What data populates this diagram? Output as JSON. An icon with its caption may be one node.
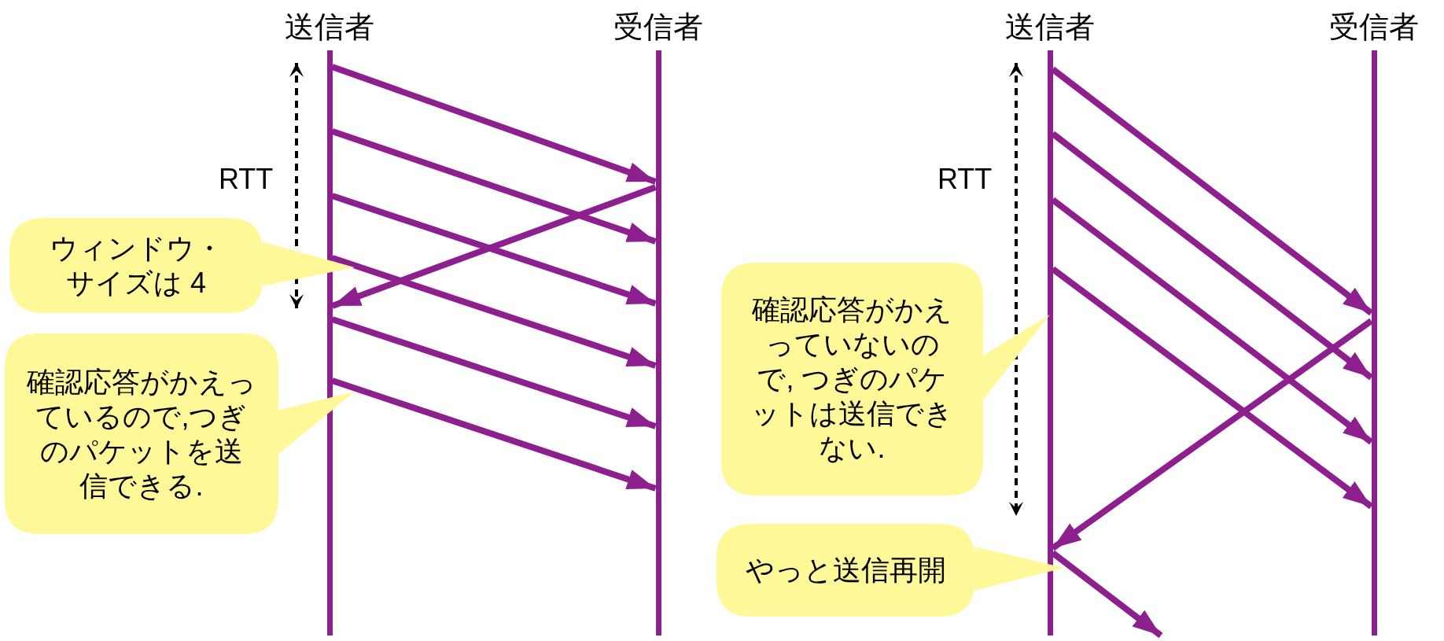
{
  "diagram": {
    "nodes": [
      {
        "text": [],
        "shape": "bar",
        "beside": [
          "送信者"
        ]
      },
      {
        "text": [],
        "shape": "bar",
        "beside": [
          "受信者"
        ]
      },
      {
        "text": [],
        "shape": "bar",
        "beside": [
          "送信者"
        ]
      },
      {
        "text": [],
        "shape": "bar",
        "beside": [
          "受信者"
        ]
      },
      {
        "text": [
          "ウィンドウ・サイズは 4"
        ]
      },
      {
        "text": [
          "確認応答がかえっているので,つぎのパケットを送信できる."
        ]
      },
      {
        "text": [
          "確認応答がかえっていないので, つぎのパケットは送信できない."
        ]
      },
      {
        "text": [
          "やっと送信再開"
        ]
      }
    ],
    "edges": [
      {
        "from": 0,
        "to": 1,
        "arrow": "to"
      },
      {
        "from": 0,
        "to": 1,
        "arrow": "to"
      },
      {
        "from": 1,
        "to": 0,
        "arrow": "to"
      },
      {
        "from": 0,
        "to": 1,
        "arrow": "to"
      },
      {
        "from": 0,
        "to": 1,
        "arrow": "to"
      },
      {
        "from": 0,
        "to": 1,
        "arrow": "to"
      },
      {
        "from": 0,
        "to": 1,
        "arrow": "to"
      },
      {
        "from": 2,
        "to": 3,
        "arrow": "to"
      },
      {
        "from": 2,
        "to": 3,
        "arrow": "to"
      },
      {
        "from": 2,
        "to": 3,
        "arrow": "to"
      },
      {
        "from": 2,
        "to": 3,
        "arrow": "to"
      },
      {
        "from": 3,
        "to": 2,
        "arrow": "to"
      },
      {
        "from": 2,
        "to": null,
        "arrow": "to"
      }
    ],
    "labels": [
      "RTT",
      "RTT"
    ]
  }
}
